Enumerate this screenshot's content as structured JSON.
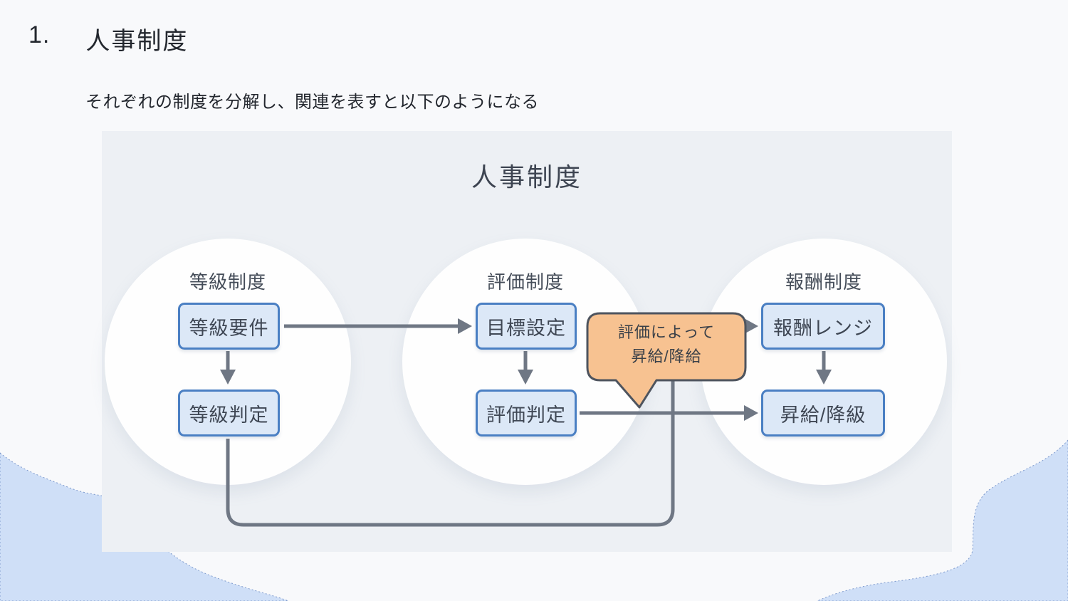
{
  "page": {
    "title_number": "1.",
    "title": "人事制度",
    "subtitle": "それぞれの制度を分解し、関連を表すと以下のようになる"
  },
  "diagram": {
    "title": "人事制度",
    "groups": [
      {
        "label": "等級制度",
        "boxes": [
          "等級要件",
          "等級判定"
        ]
      },
      {
        "label": "評価制度",
        "boxes": [
          "目標設定",
          "評価判定"
        ]
      },
      {
        "label": "報酬制度",
        "boxes": [
          "報酬レンジ",
          "昇給/降級"
        ]
      }
    ],
    "callout": {
      "line1": "評価によって",
      "line2": "昇給/降給"
    }
  },
  "colors": {
    "page_bg": "#f8f9fb",
    "panel_bg": "#edf0f4",
    "circle_fill": "#fefefe",
    "node_fill": "#dce8f7",
    "node_border": "#4a7fc3",
    "arrow": "#6f7784",
    "callout_fill": "#f7c291",
    "callout_border": "#4e545e",
    "blob_fill": "#cfdff7",
    "text_dark": "#3f4754"
  }
}
